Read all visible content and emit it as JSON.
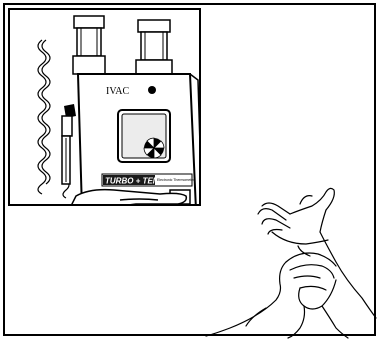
{
  "device": {
    "brand": "IVAC",
    "model_label": "TURBO + TEMP",
    "tag_small": "Electronic Thermometer"
  }
}
